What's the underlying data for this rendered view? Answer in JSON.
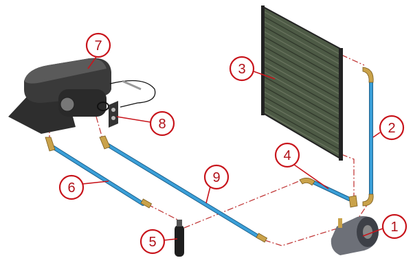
{
  "diagram": {
    "callouts": [
      {
        "id": "1",
        "label": "1",
        "part": "compressor"
      },
      {
        "id": "2",
        "label": "2",
        "part": "hose"
      },
      {
        "id": "3",
        "label": "3",
        "part": "condenser"
      },
      {
        "id": "4",
        "label": "4",
        "part": "hose"
      },
      {
        "id": "5",
        "label": "5",
        "part": "receiver-drier"
      },
      {
        "id": "6",
        "label": "6",
        "part": "hose"
      },
      {
        "id": "7",
        "label": "7",
        "part": "evaporator-unit"
      },
      {
        "id": "8",
        "label": "8",
        "part": "switch-plate"
      },
      {
        "id": "9",
        "label": "9",
        "part": "hose"
      }
    ],
    "colors": {
      "callout": "#c8141b",
      "hose": "#3a9fd8",
      "fitting": "#c9a24a",
      "line": "#c23a3a"
    }
  }
}
